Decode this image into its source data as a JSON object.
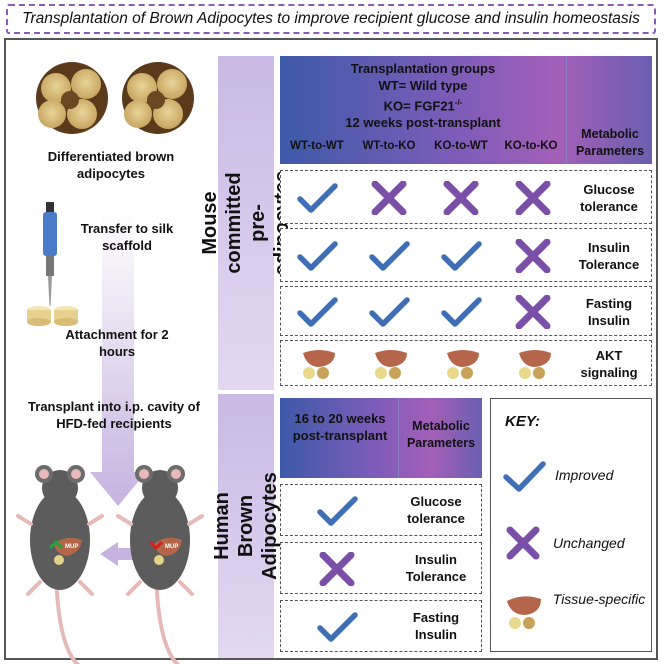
{
  "title": "Transplantation of Brown Adipocytes to improve recipient glucose and insulin homeostasis",
  "left_steps": {
    "s1": "Differentiated brown adipocytes",
    "s2": "Transfer to silk scaffold",
    "s3": "Attachment for 2 hours",
    "s4": "Transplant into i.p. cavity of HFD-fed recipients"
  },
  "mouse_tag": "MUP",
  "mouse_section": {
    "side_label": "Mouse committed pre-adipocytes",
    "header_lines": [
      "Transplantation groups",
      "WT= Wild type",
      "KO= FGF21",
      "12 weeks post-transplant"
    ],
    "ko_superscript": "-/-",
    "groups": [
      "WT-to-WT",
      "WT-to-KO",
      "KO-to-WT",
      "KO-to-KO"
    ],
    "metabolic_header": "Metabolic Parameters",
    "rows": [
      {
        "label": "Glucose tolerance",
        "marks": [
          "improved",
          "unchanged",
          "unchanged",
          "unchanged"
        ]
      },
      {
        "label": "Insulin Tolerance",
        "marks": [
          "improved",
          "improved",
          "improved",
          "unchanged"
        ]
      },
      {
        "label": "Fasting Insulin",
        "marks": [
          "improved",
          "improved",
          "improved",
          "unchanged"
        ]
      },
      {
        "label": "AKT signaling",
        "marks": [
          "tissue",
          "tissue",
          "tissue",
          "tissue"
        ]
      }
    ]
  },
  "human_section": {
    "side_label": "Human Brown Adipocytes",
    "header_time": "16 to 20 weeks post-transplant",
    "metabolic_header": "Metabolic Parameters",
    "rows": [
      {
        "label": "Glucose tolerance",
        "mark": "improved"
      },
      {
        "label": "Insulin Tolerance",
        "mark": "unchanged"
      },
      {
        "label": "Fasting Insulin",
        "mark": "improved"
      }
    ]
  },
  "key": {
    "title": "KEY:",
    "improved": "Improved",
    "unchanged": "Unchanged",
    "tissue": "Tissue-specific"
  },
  "colors": {
    "check": "#3f6fb5",
    "cross": "#7b4fa8",
    "liver": "#b5654a"
  }
}
